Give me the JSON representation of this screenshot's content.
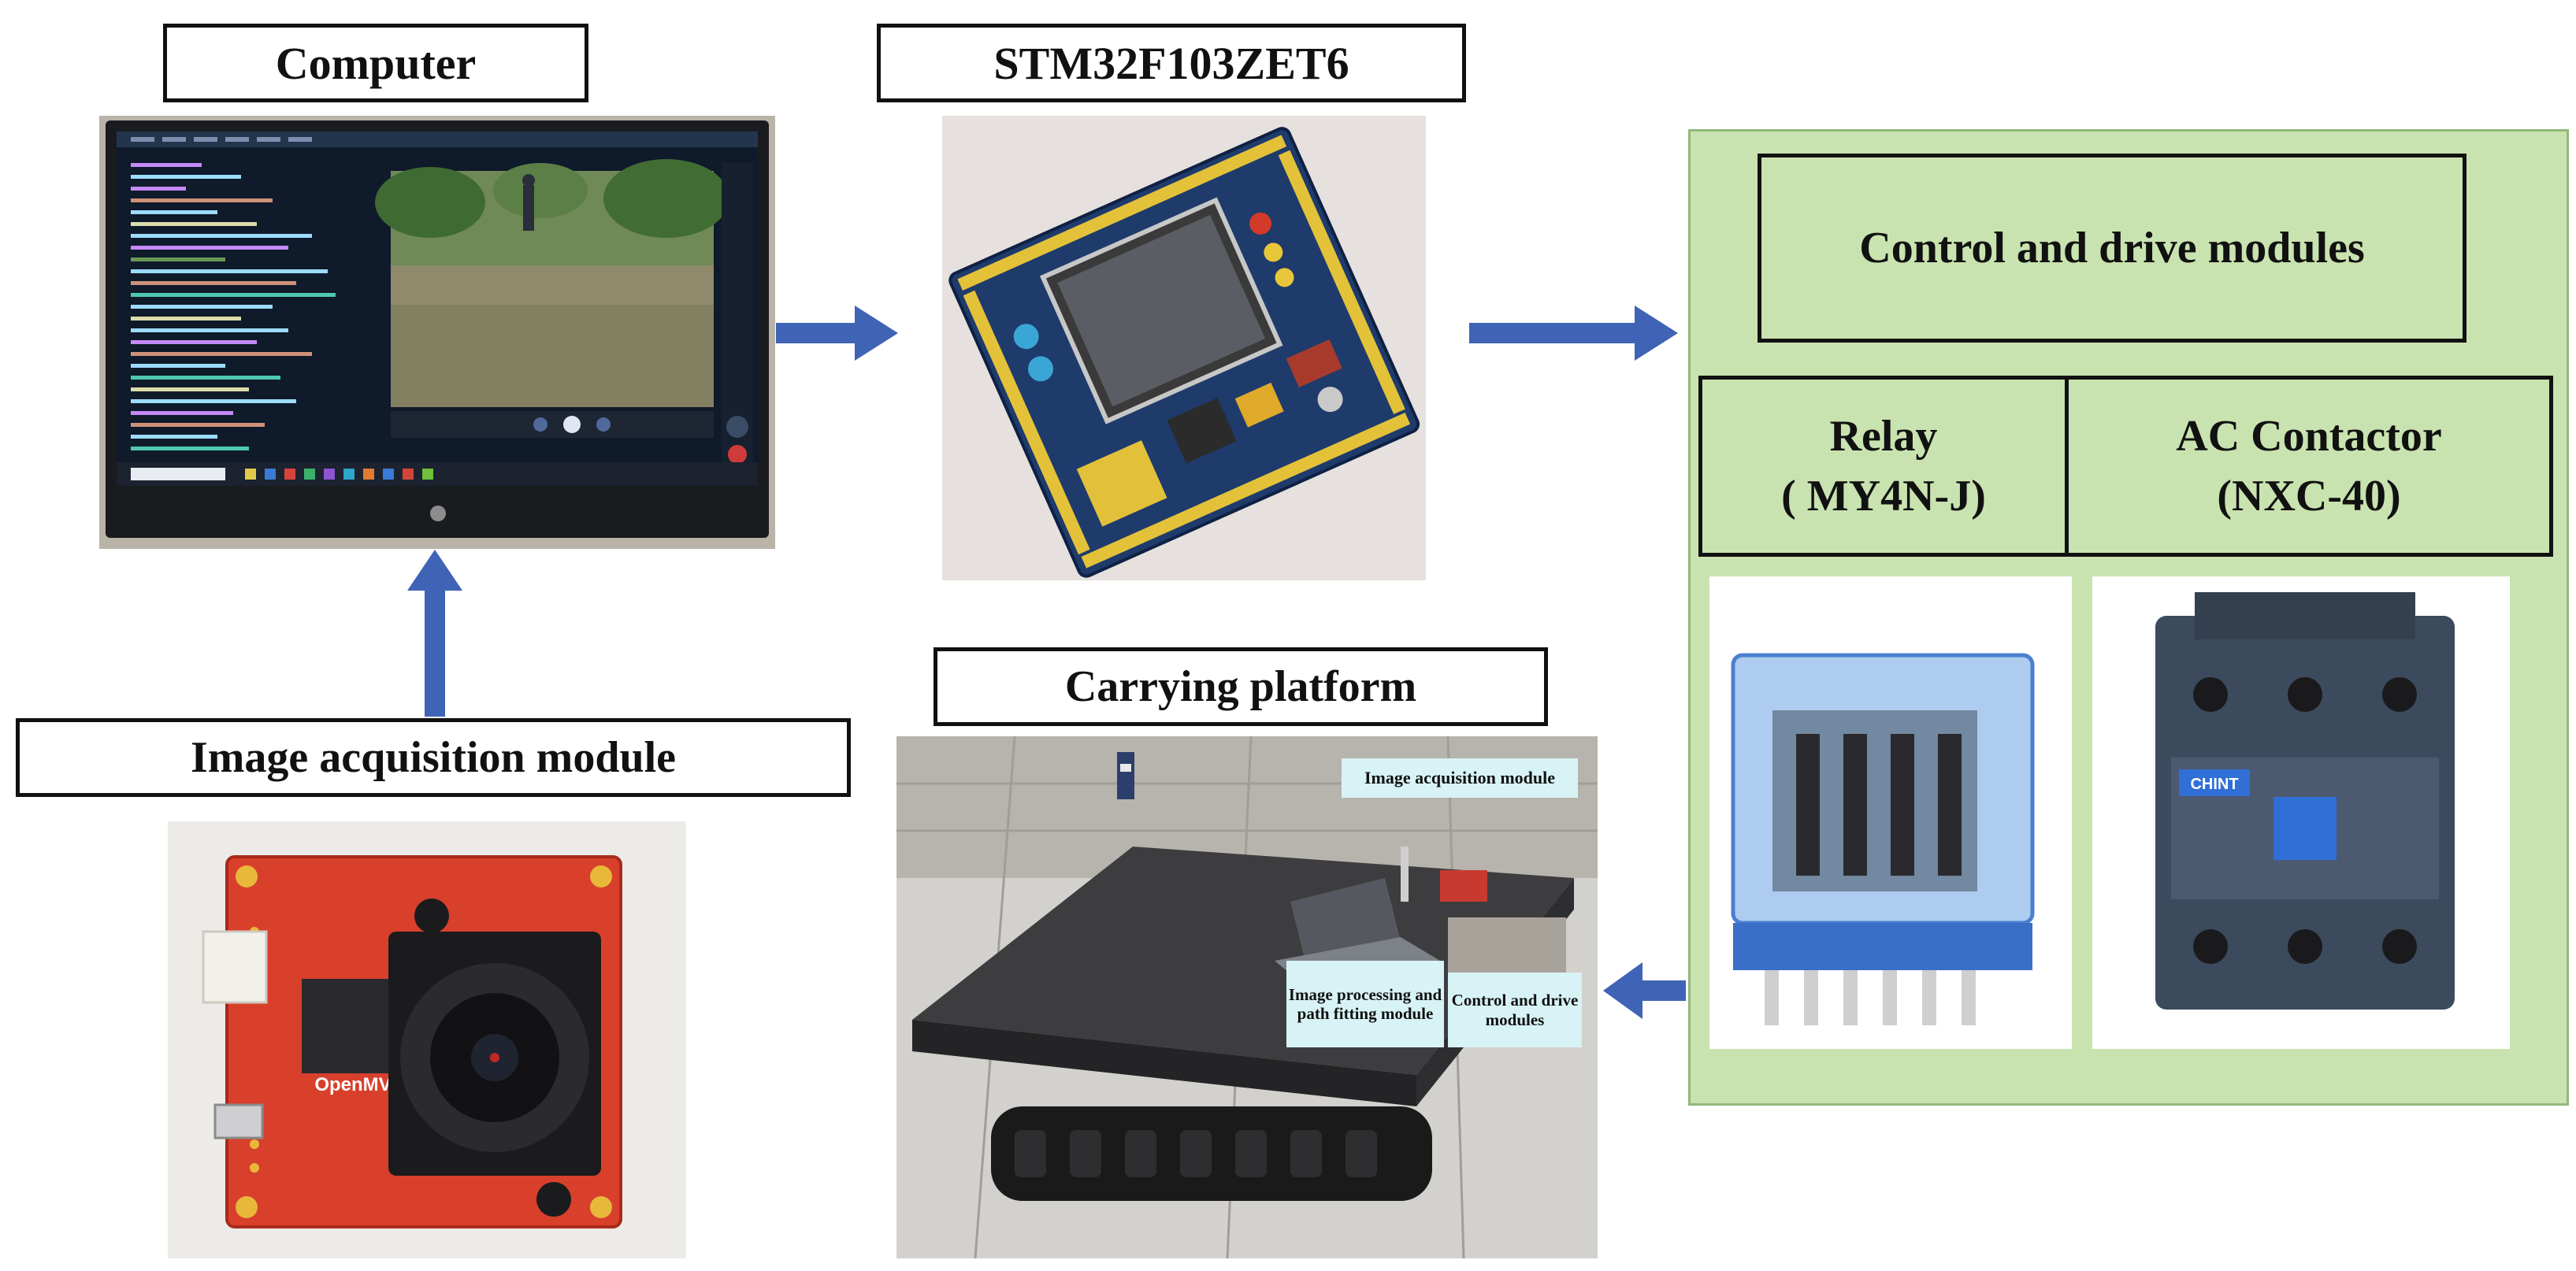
{
  "labels": {
    "computer": "Computer",
    "mcu": "STM32F103ZET6",
    "image_acquisition": "Image acquisition module",
    "carrying_platform": "Carrying platform"
  },
  "control_panel": {
    "title": "Control and drive modules",
    "relay_line1": "Relay",
    "relay_line2": "( MY4N-J)",
    "contactor_line1": "AC Contactor",
    "contactor_line2": "(NXC-40)",
    "panel_color": "#c9e3b0"
  },
  "platform_callouts": {
    "image_acquisition": "Image acquisition module",
    "image_processing": "Image processing and path fitting module",
    "control_drive": "Control and drive modules"
  },
  "photo_marks": {
    "openmv_logo": "OpenMV",
    "contactor_brand": "CHINT"
  },
  "colors": {
    "arrow": "#3f63b5",
    "pcb_red": "#d8402c",
    "pcb_blue": "#2b4f8a",
    "relay_blue": "#4a7fd0"
  }
}
